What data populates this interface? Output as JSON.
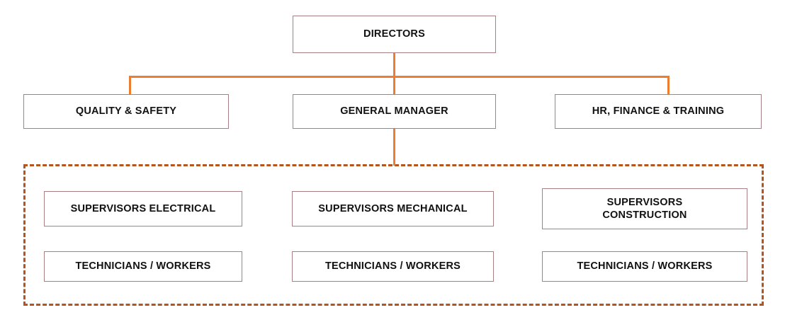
{
  "diagram": {
    "type": "organizational-chart",
    "title": "",
    "colors": {
      "box_border": "#a87f82",
      "connector": "#ed7d31",
      "group_border": "#b5551e",
      "text": "#111111",
      "background": "#ffffff"
    },
    "levels": [
      {
        "level": 1,
        "nodes": [
          {
            "id": "directors",
            "label": "DIRECTORS"
          }
        ]
      },
      {
        "level": 2,
        "nodes": [
          {
            "id": "quality",
            "label": "QUALITY & SAFETY"
          },
          {
            "id": "general-manager",
            "label": "GENERAL MANAGER"
          },
          {
            "id": "hr",
            "label": "HR, FINANCE & TRAINING"
          }
        ]
      },
      {
        "level": 3,
        "group": "operations",
        "nodes": [
          {
            "id": "supervisors-electrical",
            "label": "SUPERVISORS ELECTRICAL"
          },
          {
            "id": "supervisors-mechanical",
            "label": "SUPERVISORS MECHANICAL"
          },
          {
            "id": "supervisors-construction",
            "label": "SUPERVISORS\nCONSTRUCTION"
          }
        ]
      },
      {
        "level": 4,
        "group": "operations",
        "nodes": [
          {
            "id": "technicians-electrical",
            "label": "TECHNICIANS / WORKERS"
          },
          {
            "id": "technicians-mechanical",
            "label": "TECHNICIANS / WORKERS"
          },
          {
            "id": "technicians-construction",
            "label": "TECHNICIANS / WORKERS"
          }
        ]
      }
    ],
    "connections": [
      {
        "from": "directors",
        "to": "quality"
      },
      {
        "from": "directors",
        "to": "general-manager"
      },
      {
        "from": "directors",
        "to": "hr"
      },
      {
        "from": "general-manager",
        "to": "operations-group"
      }
    ],
    "groups": [
      {
        "id": "operations-group",
        "label": "",
        "style": "dashed"
      }
    ]
  }
}
